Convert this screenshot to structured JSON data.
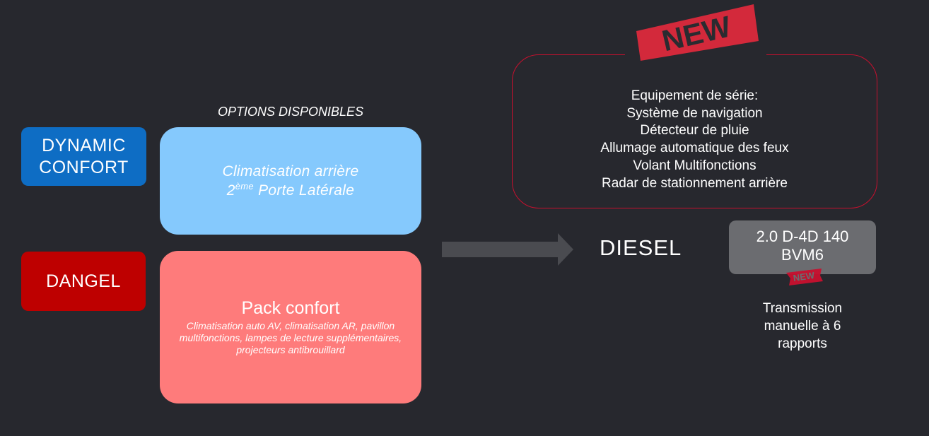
{
  "trims": {
    "dynamic": [
      "DYNAMIC",
      "CONFORT"
    ],
    "dangel": "DANGEL"
  },
  "options": {
    "heading": "OPTIONS DISPONIBLES",
    "blue": {
      "line1": "Climatisation arrière",
      "line2_prefix": "2",
      "line2_sup": "ème",
      "line2_rest": " Porte Latérale"
    },
    "red": {
      "title": "Pack confort",
      "description": "Climatisation auto AV, climatisation AR, pavillon multifonctions, lampes de lecture supplémentaires, projecteurs antibrouillard"
    }
  },
  "fuel": "DIESEL",
  "engine": {
    "lines": [
      "2.0 D-4D 140",
      "BVM6"
    ],
    "badge": "NEW"
  },
  "transmission": "Transmission manuelle à 6 rapports",
  "standard_equipment": {
    "badge": "NEW",
    "lines": [
      "Equipement de série:",
      "Système de navigation",
      "Détecteur de pluie",
      "Allumage automatique des feux",
      "Volant Multifonctions",
      "Radar de stationnement arrière"
    ]
  },
  "colors": {
    "background": "#27282e",
    "dynamic": "#0e6dc4",
    "dangel": "#be0000",
    "option_blue": "#85c9fd",
    "option_red": "#fe7b7b",
    "accent_red": "#c8102e",
    "engine_grey": "#6b6c70"
  }
}
